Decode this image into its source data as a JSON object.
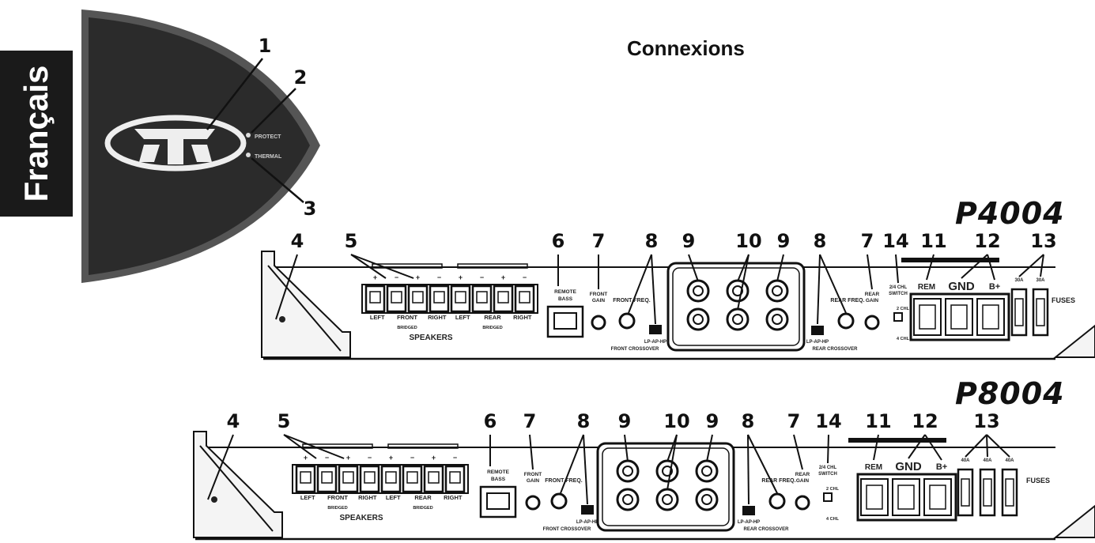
{
  "language_tab": "Français",
  "title": "Connexions",
  "models": {
    "top": "P4004",
    "bottom": "P8004"
  },
  "logo_leds": {
    "led_top": "PROTECT",
    "led_bottom": "THERMAL"
  },
  "callouts_logo": [
    "1",
    "2",
    "3"
  ],
  "callouts_p4004": [
    "4",
    "5",
    "6",
    "7",
    "8",
    "9",
    "10",
    "9",
    "8",
    "7",
    "14",
    "11",
    "12",
    "13"
  ],
  "callouts_p8004": [
    "4",
    "5",
    "6",
    "7",
    "8",
    "9",
    "10",
    "9",
    "8",
    "7",
    "14",
    "11",
    "12",
    "13"
  ],
  "panel_labels": {
    "speakers": "SPEAKERS",
    "left": "LEFT",
    "right": "RIGHT",
    "front": "FRONT",
    "rear": "REAR",
    "bridged": "BRIDGED",
    "plus": "+",
    "minus": "−",
    "remote_bass": "REMOTE BASS",
    "front_gain": "FRONT GAIN",
    "front_freq": "FRONT FREQ.",
    "rear_freq": "REAR FREQ.",
    "rear_gain": "REAR GAIN",
    "lp_ap_hp": "LP-AP-HP",
    "front_crossover": "FRONT CROSSOVER",
    "rear_crossover": "REAR CROSSOVER",
    "ch_switch_top": "2/4 CHL SWITCH",
    "ch_switch_bottom": "2/4 CHL SWITCH",
    "two_chl": "2 CHL",
    "four_chl": "4 CHL",
    "rem": "REM",
    "gnd": "GND",
    "b_plus": "B+",
    "fuses": "FUSES",
    "fuse_top": "30A",
    "fuse_bottom": "40A"
  }
}
